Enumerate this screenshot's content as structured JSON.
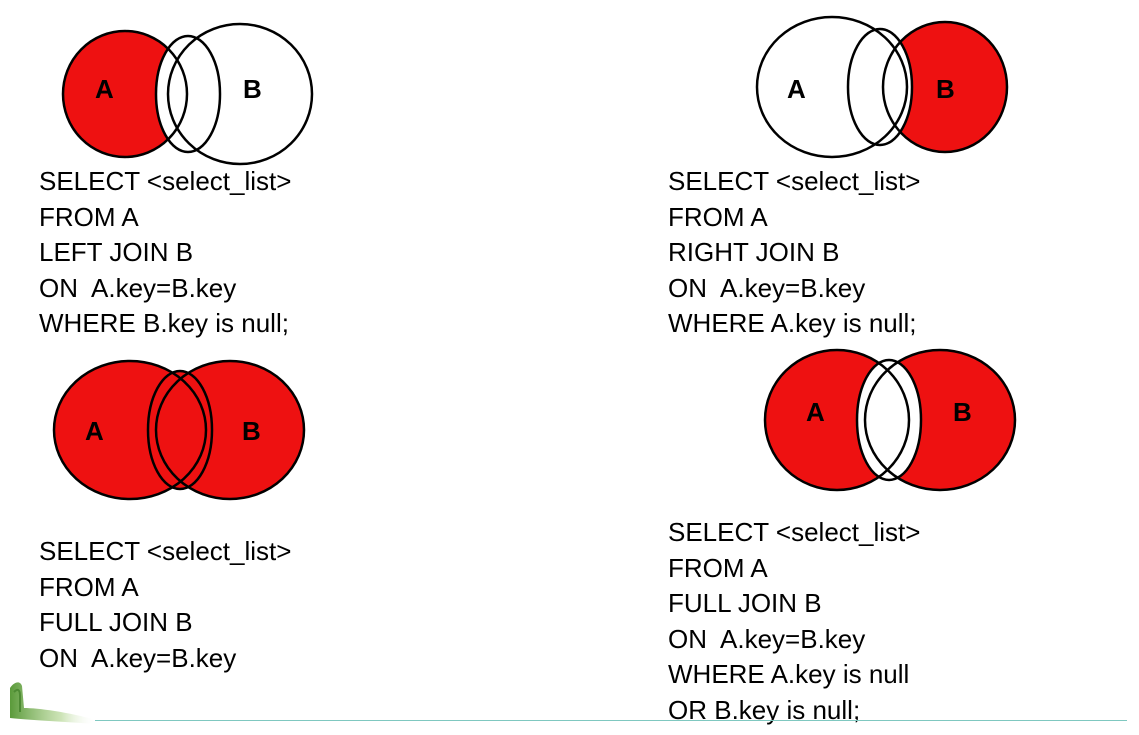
{
  "colors": {
    "fill": "#ee1111",
    "stroke": "#000000",
    "blank": "#ffffff"
  },
  "diagrams": [
    {
      "id": "left-exclusive",
      "fill_mode": "a-only",
      "label_a": "A",
      "label_b": "B",
      "sql_lines": [
        "SELECT <select_list>",
        "FROM A",
        "LEFT JOIN B",
        "ON  A.key=B.key",
        "WHERE B.key is null;"
      ]
    },
    {
      "id": "right-exclusive",
      "fill_mode": "b-only",
      "label_a": "A",
      "label_b": "B",
      "sql_lines": [
        "SELECT <select_list>",
        "FROM A",
        "RIGHT JOIN B",
        "ON  A.key=B.key",
        "WHERE A.key is null;"
      ]
    },
    {
      "id": "full-outer",
      "fill_mode": "all",
      "label_a": "A",
      "label_b": "B",
      "sql_lines": [
        "SELECT <select_list>",
        "FROM A",
        "FULL JOIN B",
        "ON  A.key=B.key"
      ]
    },
    {
      "id": "full-outer-exclusive",
      "fill_mode": "symmetric-difference",
      "label_a": "A",
      "label_b": "B",
      "sql_lines": [
        "SELECT <select_list>",
        "FROM A",
        "FULL JOIN B",
        "ON  A.key=B.key",
        "WHERE A.key is null",
        "OR B.key is null;"
      ]
    }
  ]
}
